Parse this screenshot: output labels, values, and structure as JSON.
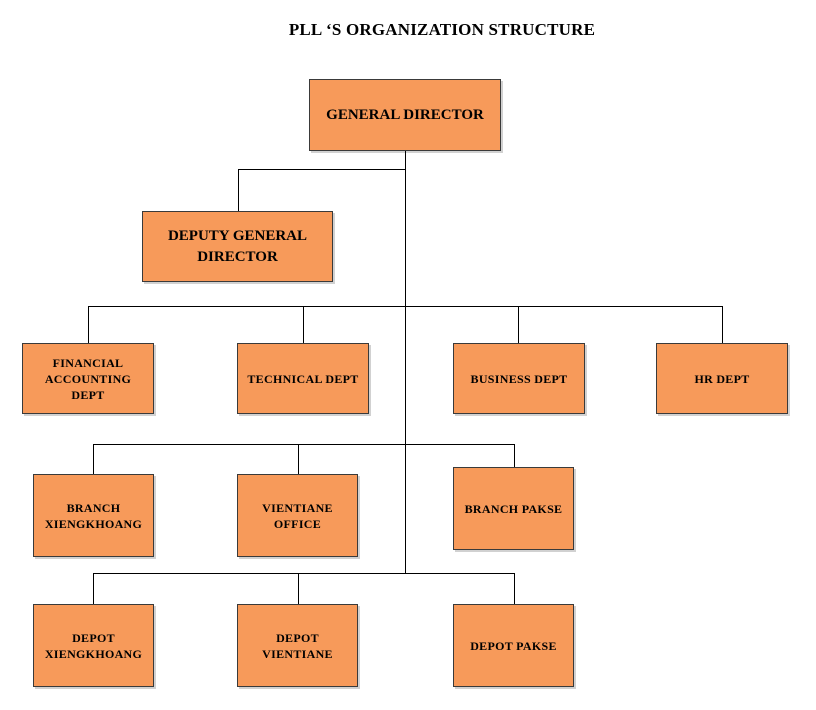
{
  "title": "PLL ‘S ORGANIZATION STRUCTURE",
  "colors": {
    "box_fill": "#F79A5A",
    "line": "#000000"
  },
  "nodes": {
    "general_director": "GENERAL DIRECTOR",
    "deputy_general_director": "DEPUTY GENERAL\nDIRECTOR",
    "financial_accounting_dept": "FINANCIAL\nACCOUNTING\nDEPT",
    "technical_dept": "TECHNICAL DEPT",
    "business_dept": "BUSINESS DEPT",
    "hr_dept": "HR DEPT",
    "branch_xiengkhoang": "BRANCH\nXIENGKHOANG",
    "vientiane_office": "VIENTIANE\nOFFICE",
    "branch_pakse": "BRANCH PAKSE",
    "depot_xiengkhoang": "DEPOT\nXIENGKHOANG",
    "depot_vientiane": "DEPOT\nVIENTIANE",
    "depot_pakse": "DEPOT PAKSE"
  }
}
